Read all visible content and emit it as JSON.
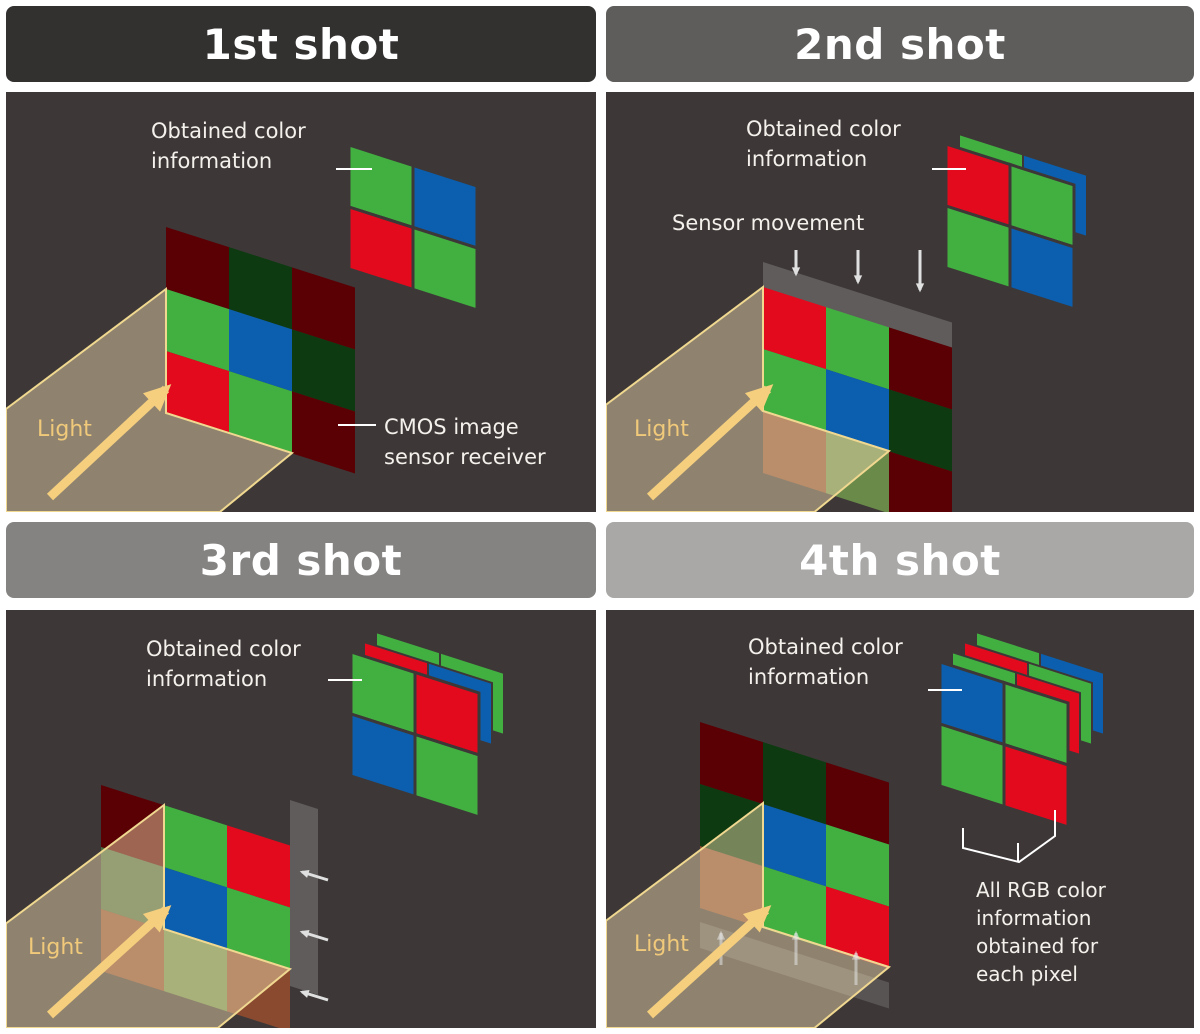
{
  "shots": [
    {
      "title": "1st shot",
      "header_color": "#333030",
      "obtained_label": "Obtained color\ninformation",
      "light_label": "Light",
      "extra_label": "CMOS image\nsensor receiver",
      "sensor_cells": [
        [
          "#5a0005",
          "#0d3a10",
          "#5a0005"
        ],
        [
          "#42b040",
          "#0b5fae",
          "#0d3a10"
        ],
        [
          "#e30a1e",
          "#42b040",
          "#5a0005"
        ]
      ],
      "obtained_cells": [
        [
          "#42b040",
          "#0b5fae"
        ],
        [
          "#e30a1e",
          "#42b040"
        ]
      ]
    },
    {
      "title": "2nd shot",
      "header_color": "#5f5d5c",
      "obtained_label": "Obtained color\ninformation",
      "light_label": "Light",
      "extra_label": "Sensor movement",
      "sensor_cells": [
        [
          "#e30a1e",
          "#42b040",
          "#5a0005"
        ],
        [
          "#42b040",
          "#0b5fae",
          "#0d3a10"
        ],
        [
          "#8a4a30",
          "#6a8a4a",
          "#5a0005"
        ]
      ],
      "obtained_cells": [
        [
          "#e30a1e",
          "#42b040"
        ],
        [
          "#42b040",
          "#0b5fae"
        ]
      ]
    },
    {
      "title": "3rd shot",
      "header_color": "#858382",
      "obtained_label": "Obtained color\ninformation",
      "light_label": "Light",
      "sensor_cells": [
        [
          "#5a0005",
          "#42b040",
          "#e30a1e"
        ],
        [
          "#4a6a40",
          "#0b5fae",
          "#42b040"
        ],
        [
          "#8a4a30",
          "#6a8a4a",
          "#8a4a30"
        ]
      ],
      "obtained_cells": [
        [
          "#42b040",
          "#e30a1e"
        ],
        [
          "#0b5fae",
          "#42b040"
        ]
      ]
    },
    {
      "title": "4th shot",
      "header_color": "#a9a8a7",
      "obtained_label": "Obtained color\ninformation",
      "light_label": "Light",
      "extra_label": "All RGB color\ninformation\nobtained for\neach pixel",
      "sensor_cells": [
        [
          "#5a0005",
          "#0d3a10",
          "#5a0005"
        ],
        [
          "#0d3a10",
          "#0b5fae",
          "#42b040"
        ],
        [
          "#8a4a30",
          "#42b040",
          "#e30a1e"
        ]
      ],
      "obtained_cells": [
        [
          "#0b5fae",
          "#42b040"
        ],
        [
          "#42b040",
          "#e30a1e"
        ]
      ]
    }
  ]
}
